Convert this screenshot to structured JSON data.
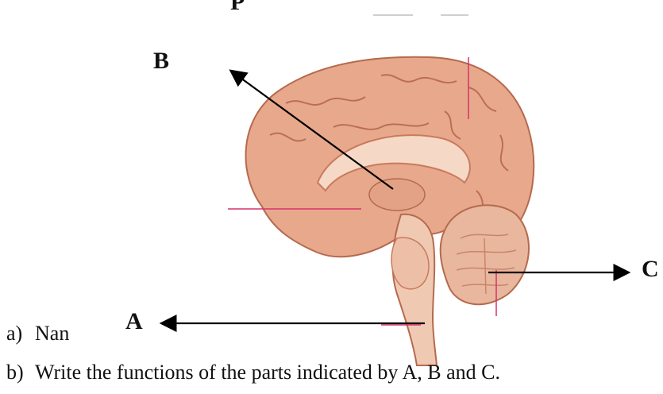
{
  "heading_fragment": "P",
  "labels": {
    "a": "A",
    "b": "B",
    "c": "C"
  },
  "questions": [
    {
      "num": "a)",
      "text": "Nan"
    },
    {
      "num": "b)",
      "text": "Write the functions of the parts indicated by A, B and C."
    }
  ],
  "colors": {
    "cortex": "#e8a88c",
    "cortex_shade": "#c97a5e",
    "sulci": "#a8563e",
    "cerebellum": "#e9b79e",
    "brainstem": "#f0c9b3",
    "pointer_line": "#d6336c",
    "arrow": "#000000"
  }
}
